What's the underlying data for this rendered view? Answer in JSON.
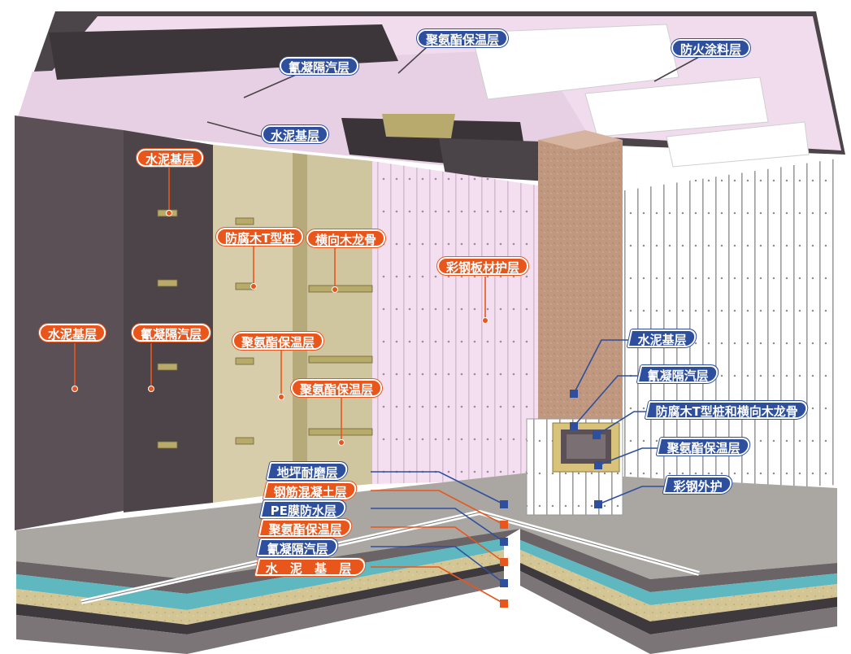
{
  "colors": {
    "blue_label": "#2e4f9e",
    "orange_label": "#e9561b",
    "pink_insulation": "#f3dff0",
    "cement": "#5c5257",
    "wood_panel": "#d9cfad",
    "column": "#c09880",
    "teal_layer": "#5fb7bf",
    "sand_layer": "#d4c595"
  },
  "ceiling_labels": {
    "polyurethane": "聚氨酯保温层",
    "fireproof": "防火涂料层",
    "vapor": "氰凝隔汽层",
    "cement": "水泥基层"
  },
  "wall_labels": {
    "cement_outer": "水泥基层",
    "cement_panel": "水泥基层",
    "vapor": "氰凝隔汽层",
    "t_pile": "防腐木T型桩",
    "wood_keel": "横向木龙骨",
    "pu_1": "聚氨酯保温层",
    "pu_2": "聚氨酯保温层",
    "steel_cladding": "彩钢板材护层"
  },
  "column_labels": {
    "cement": "水泥基层",
    "vapor": "氰凝隔汽层",
    "pile_keel": "防腐木T型桩和横向木龙骨",
    "pu": "聚氨酯保温层",
    "steel_outer": "彩钢外护"
  },
  "floor_labels": {
    "wear": "地坪耐磨层",
    "rebar": "钢筋混凝土层",
    "pe": "PE膜防水层",
    "pu": "聚氨酯保温层",
    "vapor": "氰凝隔汽层",
    "cement": "水 泥 基 层"
  }
}
